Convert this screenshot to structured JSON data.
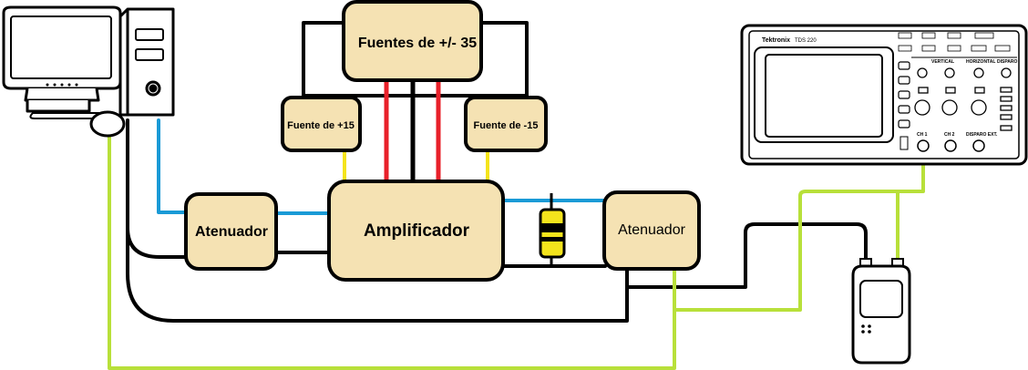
{
  "blocks": {
    "fuentes_35": "Fuentes de +/- 35",
    "fuente_pos15": "Fuente de +15",
    "fuente_neg15": "Fuente de -15",
    "atenuador_left": "Atenuador",
    "amplificador": "Amplificador",
    "atenuador_right": "Atenuador"
  },
  "oscilloscope": {
    "brand": "Tektronix",
    "model": "TDS 220",
    "section_vertical": "VERTICAL",
    "section_horizontal": "HORIZONTAL",
    "section_trigger": "DISPARO",
    "ch1": "CH 1",
    "ch2": "CH 2",
    "ext": "DISPARO EXT."
  },
  "colors": {
    "box_fill": "#f5e2b3",
    "wire_black": "#000000",
    "wire_blue": "#1a9ad6",
    "wire_red": "#e8202a",
    "wire_yellow": "#f4e41c",
    "wire_lime": "#b8e03a"
  }
}
